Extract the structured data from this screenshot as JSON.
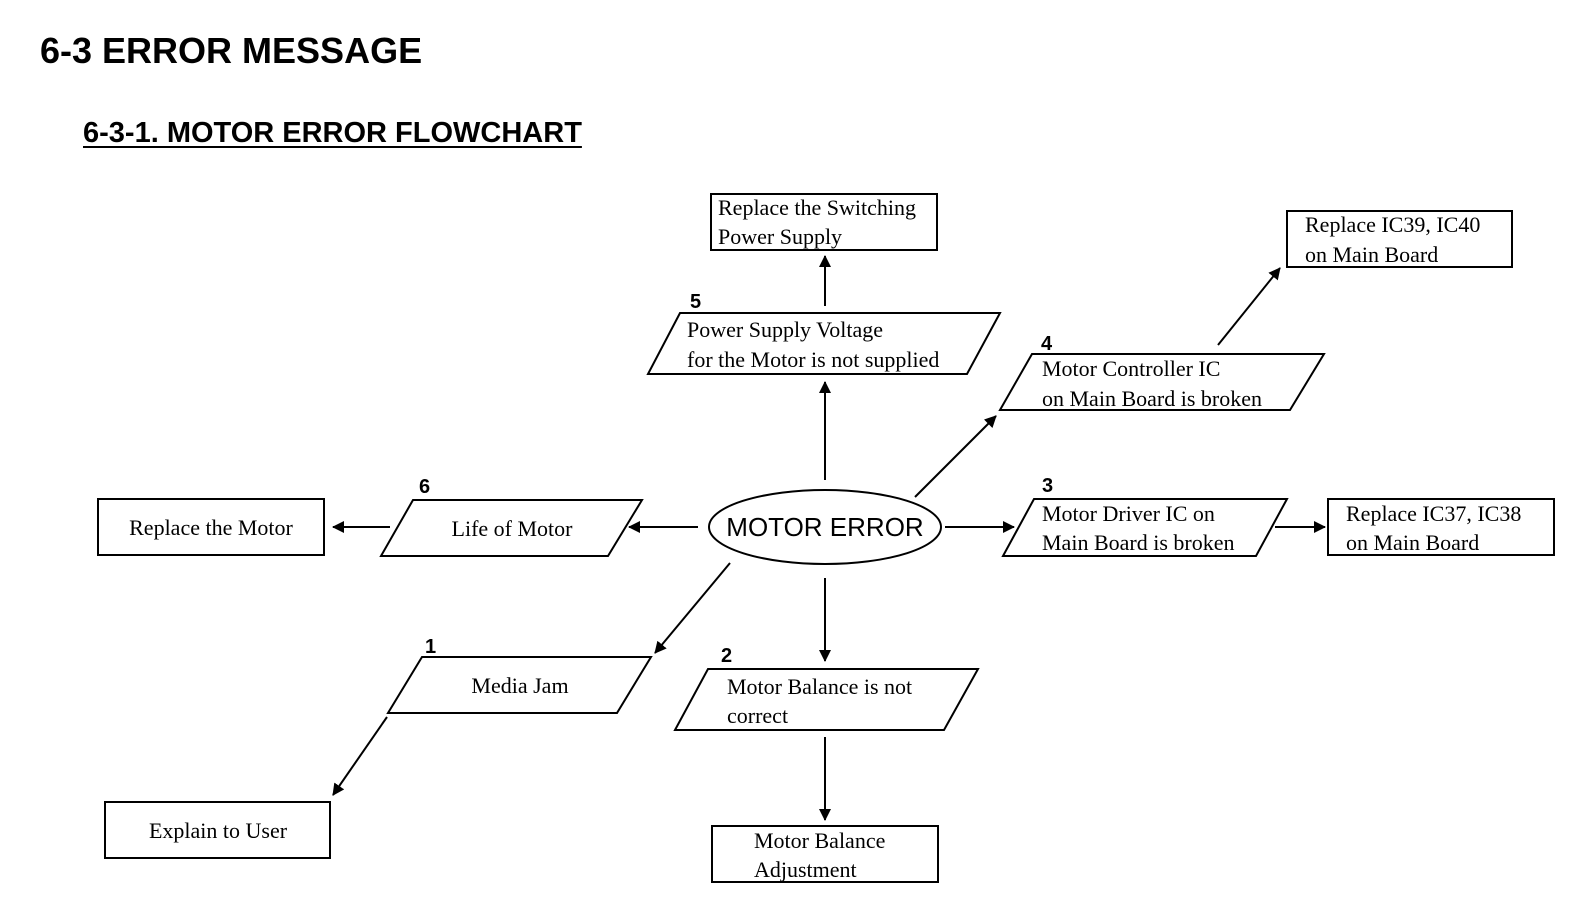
{
  "heading": "6-3 ERROR MESSAGE",
  "subheading": "6-3-1. MOTOR ERROR FLOWCHART",
  "center": "MOTOR ERROR",
  "causes": {
    "c1": {
      "number": "1",
      "lines": [
        "Media Jam"
      ]
    },
    "c2": {
      "number": "2",
      "lines": [
        "Motor Balance is not",
        "correct"
      ]
    },
    "c3": {
      "number": "3",
      "lines": [
        "Motor Driver IC on",
        "Main Board is broken"
      ]
    },
    "c4": {
      "number": "4",
      "lines": [
        "Motor Controller IC",
        "on Main Board is broken"
      ]
    },
    "c5": {
      "number": "5",
      "lines": [
        "Power Supply Voltage",
        "for the Motor is not supplied"
      ]
    },
    "c6": {
      "number": "6",
      "lines": [
        "Life of Motor"
      ]
    }
  },
  "actions": {
    "a1": {
      "lines": [
        "Explain to User"
      ]
    },
    "a2": {
      "lines": [
        "Motor Balance",
        "Adjustment"
      ]
    },
    "a3": {
      "lines": [
        "Replace IC37, IC38",
        "on Main Board"
      ]
    },
    "a4": {
      "lines": [
        "Replace IC39, IC40",
        "on Main Board"
      ]
    },
    "a5": {
      "lines": [
        "Replace the Switching",
        "Power Supply"
      ]
    },
    "a6": {
      "lines": [
        "Replace the Motor"
      ]
    }
  }
}
